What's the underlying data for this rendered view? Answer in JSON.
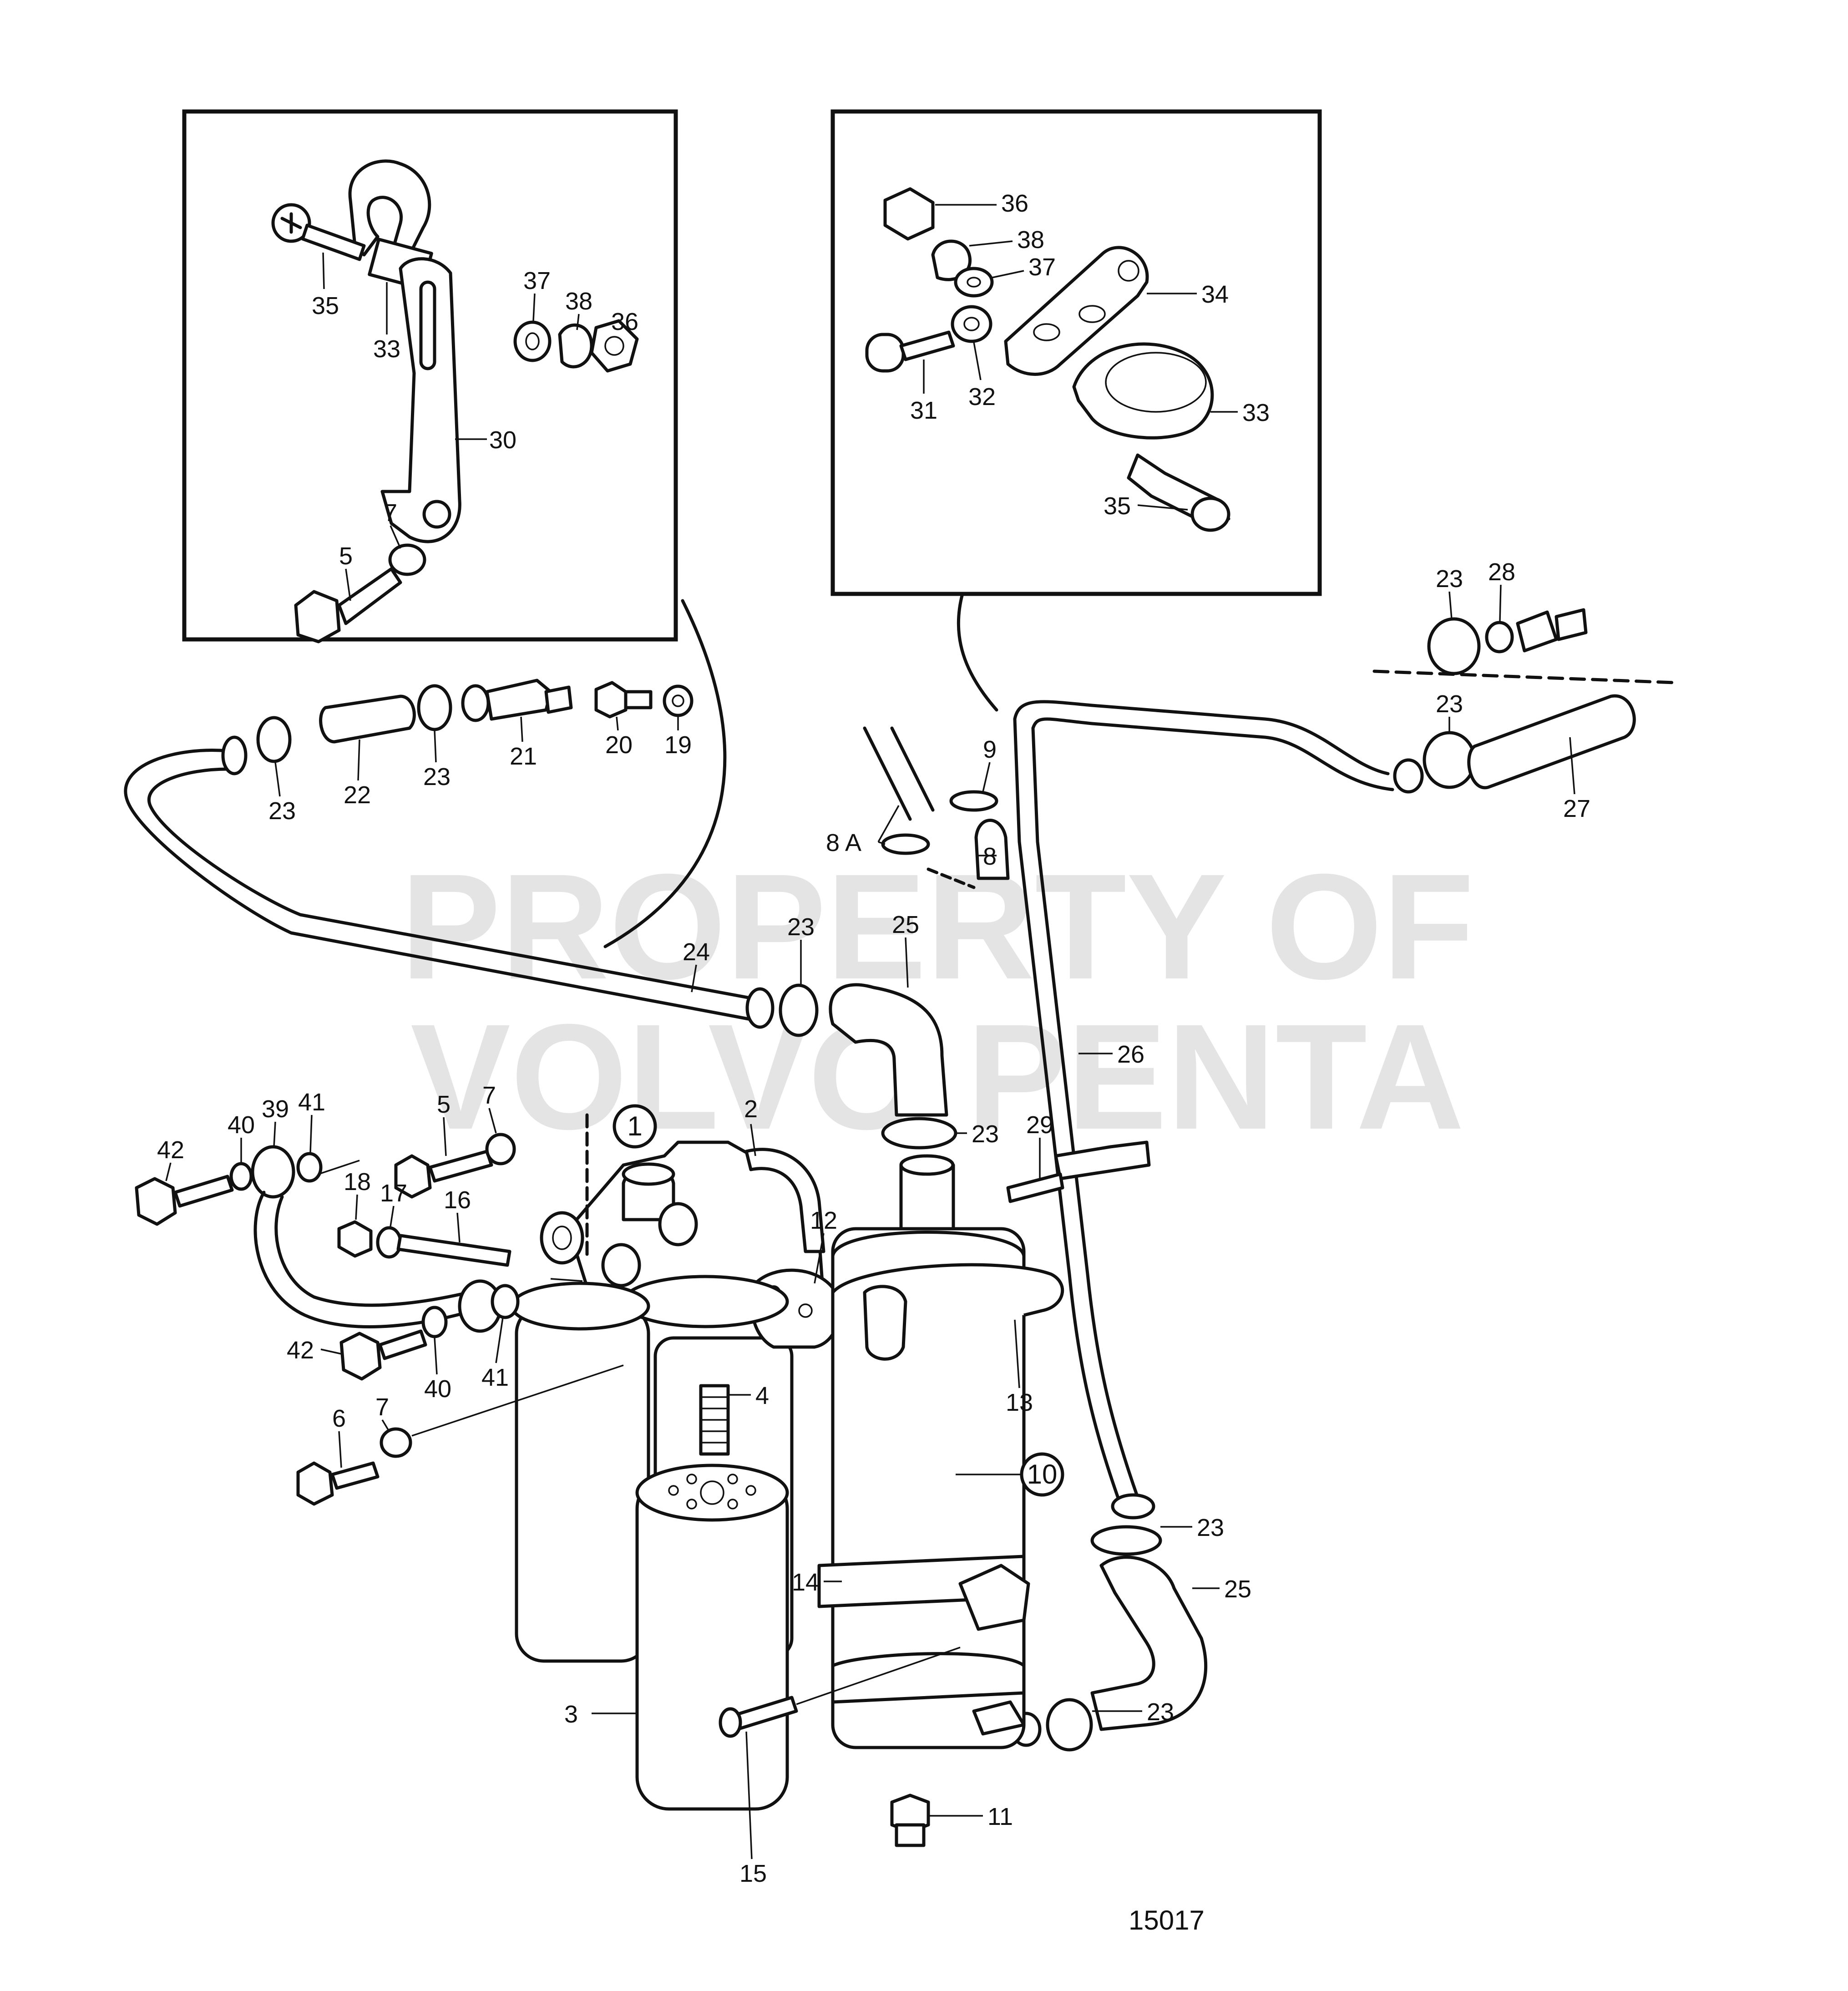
{
  "drawing_number": "15017",
  "watermark": {
    "line1": "PROPERTY OF",
    "line2": "VOLVO PENTA"
  },
  "callouts": {
    "c1": "1",
    "c2": "2",
    "c3": "3",
    "c4": "4",
    "c5a": "5",
    "c5b": "5",
    "c6": "6",
    "c7a": "7",
    "c7b": "7",
    "c7c": "7",
    "c8": "8",
    "c8a": "8 A",
    "c9": "9",
    "c10": "10",
    "c11": "11",
    "c12": "12",
    "c13": "13",
    "c14": "14",
    "c15": "15",
    "c16": "16",
    "c17": "17",
    "c18": "18",
    "c19": "19",
    "c20": "20",
    "c21": "21",
    "c22": "22",
    "c23a": "23",
    "c23b": "23",
    "c23c": "23",
    "c23d": "23",
    "c23e": "23",
    "c23f": "23",
    "c23g": "23",
    "c23h": "23",
    "c24": "24",
    "c25a": "25",
    "c25b": "25",
    "c26": "26",
    "c27": "27",
    "c28": "28",
    "c29": "29",
    "c30": "30",
    "c31": "31",
    "c32": "32",
    "c33a": "33",
    "c33b": "33",
    "c34": "34",
    "c35a": "35",
    "c35b": "35",
    "c36a": "36",
    "c36b": "36",
    "c37a": "37",
    "c37b": "37",
    "c38a": "38",
    "c38b": "38",
    "c39": "39",
    "c40a": "40",
    "c40b": "40",
    "c41a": "41",
    "c41b": "41",
    "c42a": "42",
    "c42b": "42"
  }
}
